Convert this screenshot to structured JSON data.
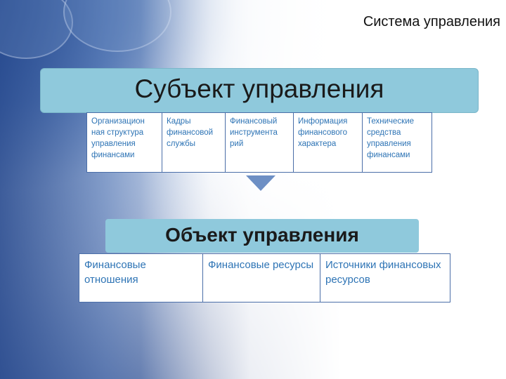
{
  "title": "Система управления",
  "subject": {
    "title": "Субъект управления",
    "items": [
      "Организацион ная структура управления финансами",
      "Кадры финансовой службы",
      "Финансовый инструмента рий",
      "Информация финансового характера",
      "Технические средства управления финансами"
    ]
  },
  "object": {
    "title": "Объект управления",
    "items": [
      "Финансовые отношения",
      "Финансовые ресурсы",
      "Источники финансовых ресурсов"
    ]
  },
  "colors": {
    "bar_fill": "#8fc9dc",
    "cell_text": "#2e74b5",
    "cell_border": "#4a6ea8",
    "arrow": "#6d8fc4"
  },
  "icons": {
    "arrow": "down-arrow-icon"
  }
}
